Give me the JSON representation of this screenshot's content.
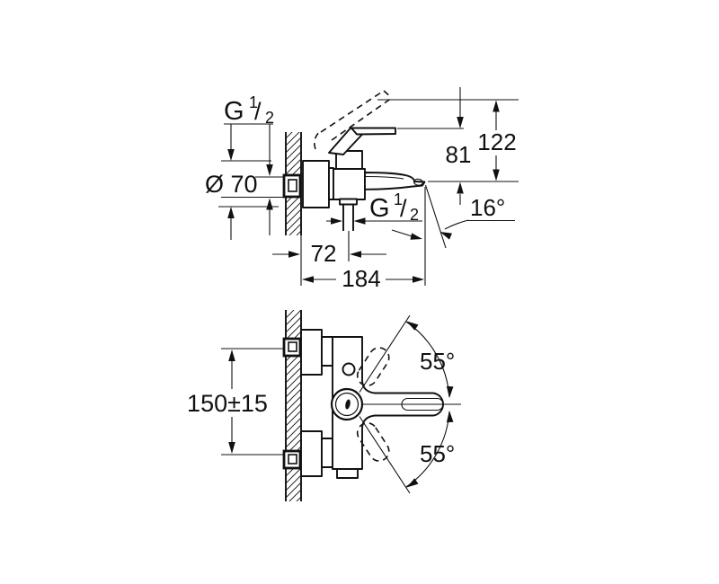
{
  "page": {
    "kind": "technical-dimension-drawing",
    "colors": {
      "background": "#ffffff",
      "ink": "#111111"
    }
  },
  "labels": {
    "side": {
      "inlet_g": {
        "g": "G",
        "num": "1",
        "slash": "/",
        "den": "2"
      },
      "escutcheon_dia": "Ø 70",
      "height_lever_to_outlet": "81",
      "height_total": "122",
      "spout_angle": "16°",
      "outlet_g": {
        "g": "G",
        "num": "1",
        "slash": "/",
        "den": "2"
      },
      "wall_to_outlet": "72",
      "wall_to_spout_tip": "184"
    },
    "front": {
      "inlet_spacing": "150±15",
      "lever_swing_upper": "55°",
      "lever_swing_lower": "55°"
    }
  }
}
